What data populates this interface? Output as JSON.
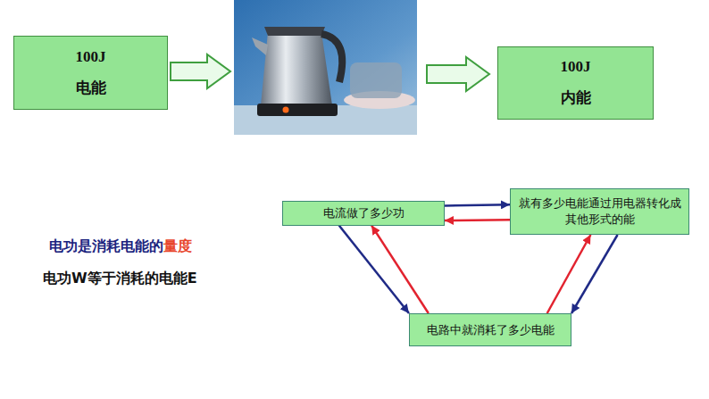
{
  "diagram": {
    "nodes": [
      {
        "text": [
          "100J",
          "电能"
        ]
      },
      {
        "text": [
          "100J",
          "内能"
        ]
      },
      {
        "text": [
          "电流做了多少功"
        ]
      },
      {
        "text": [
          "就有多少电能通过用电器转化成其他形式的能"
        ]
      },
      {
        "text": [
          "电路中就消耗了多少电能"
        ]
      }
    ],
    "edges": [
      {
        "from": 2,
        "to": 3,
        "arrow": "to"
      },
      {
        "from": 3,
        "to": 2,
        "arrow": "to"
      },
      {
        "from": 2,
        "to": 4,
        "arrow": "to"
      },
      {
        "from": 4,
        "to": 2,
        "arrow": "to"
      },
      {
        "from": 4,
        "to": 3,
        "arrow": "to"
      },
      {
        "from": 3,
        "to": 4,
        "arrow": "to"
      }
    ],
    "labels": [
      "电功是消耗电能的",
      "量度",
      "电功W等于消耗的电能E"
    ]
  }
}
